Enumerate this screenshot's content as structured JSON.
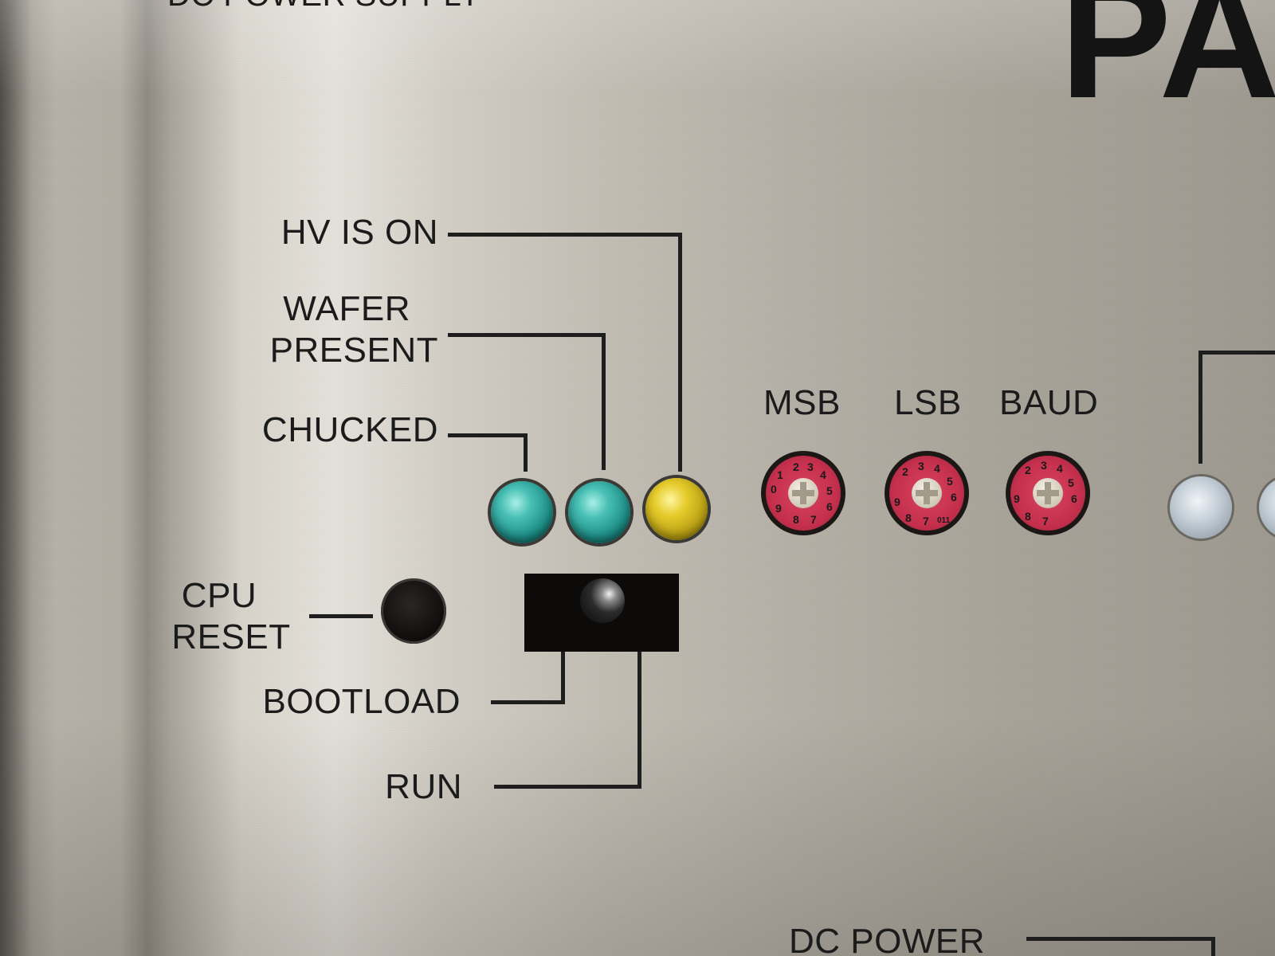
{
  "panel": {
    "top_cut_label": "DC POWER SUPPLY",
    "brand_fragment": "PA",
    "indicators": {
      "hv_is_on": "HV IS ON",
      "wafer_present_1": "WAFER",
      "wafer_present_2": "PRESENT",
      "chucked": "CHUCKED"
    },
    "leds": [
      {
        "name": "chucked",
        "color": "#2fa79d"
      },
      {
        "name": "wafer-present",
        "color": "#2fa79d"
      },
      {
        "name": "hv-is-on",
        "color": "#d8c224"
      }
    ],
    "switches": {
      "msb": "MSB",
      "lsb": "LSB",
      "baud": "BAUD"
    },
    "dial_digits": [
      "0",
      "1",
      "2",
      "3",
      "4",
      "5",
      "6",
      "7",
      "8",
      "9"
    ],
    "dial_code": "011",
    "cpu_reset_1": "CPU",
    "cpu_reset_2": "RESET",
    "bootload": "BOOTLOAD",
    "run": "RUN",
    "dc_power": "DC POWER"
  }
}
